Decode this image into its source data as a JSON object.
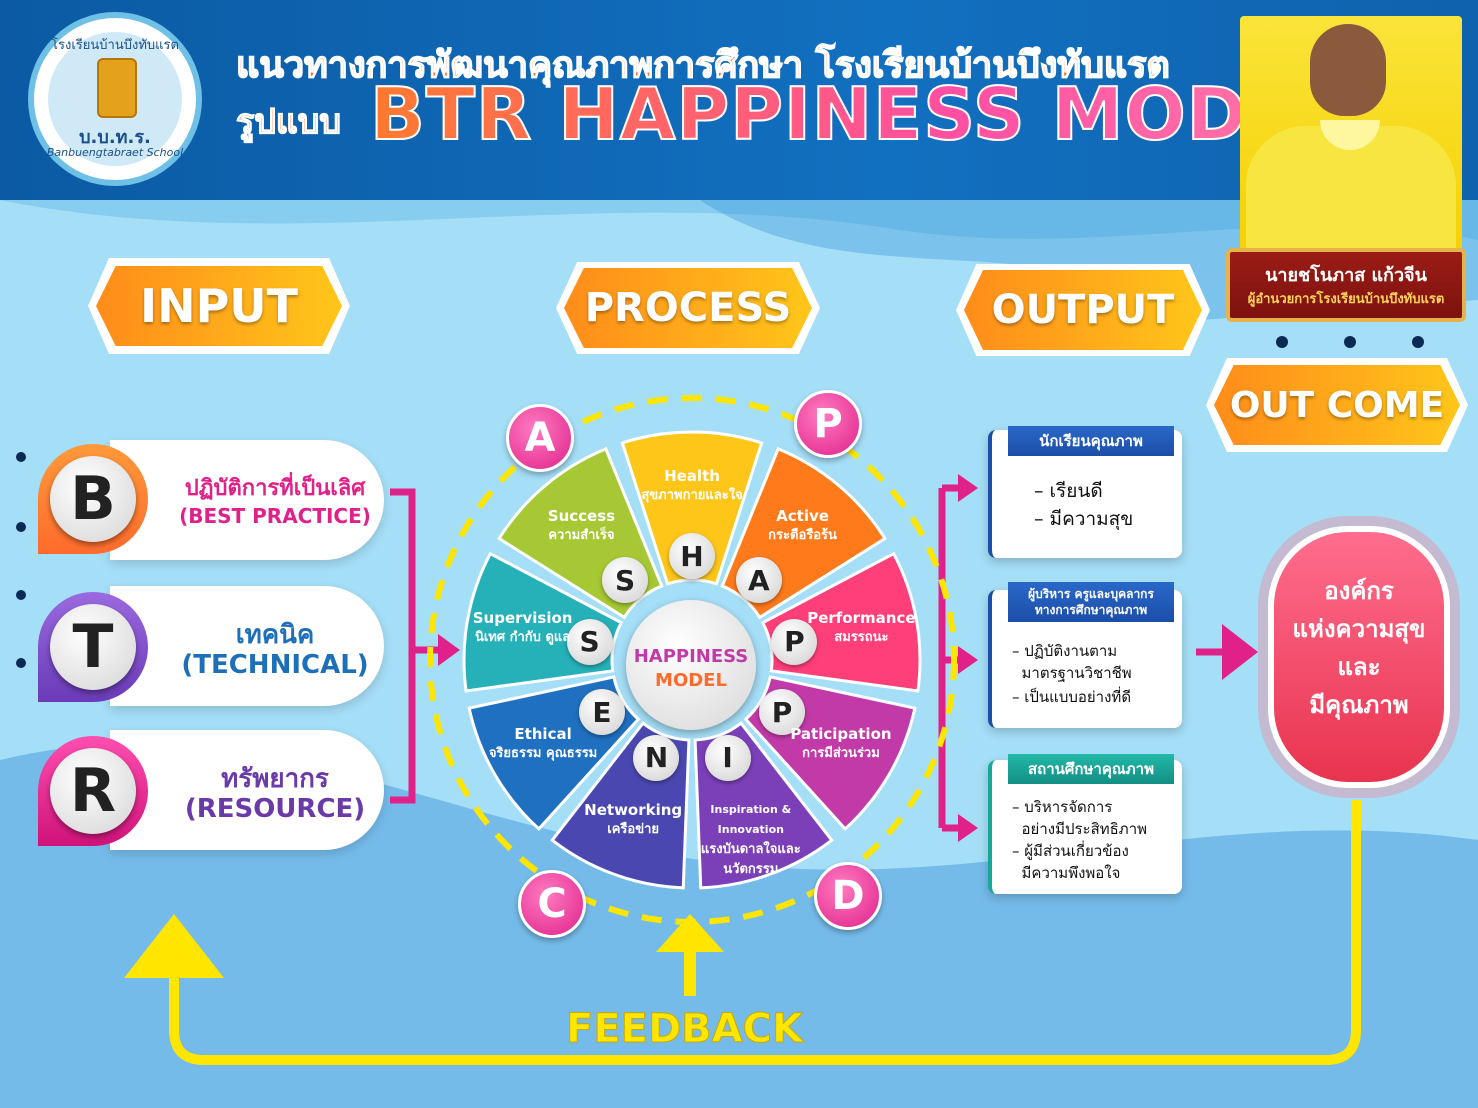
{
  "header": {
    "title_line1": "แนวทางการพัฒนาคุณภาพการศึกษา โรงเรียนบ้านบึงทับแรต",
    "title_prefix": "รูปแบบ",
    "title_model": "BTR HAPPINESS MODEL",
    "logo_top_text": "โรงเรียนบ้านบึงทับแรต",
    "logo_abbrev": "บ.บ.ท.ร.",
    "logo_bottom_text": "Banbuengtabraet School",
    "director_name": "นายชโนภาส แก้วจีน",
    "director_title": "ผู้อำนวยการโรงเรียนบ้านบึงทับแรต"
  },
  "sections": {
    "input": "INPUT",
    "process": "PROCESS",
    "output": "OUTPUT",
    "outcome": "OUT COME"
  },
  "inputs": [
    {
      "letter": "B",
      "thai": "ปฏิบัติการที่เป็นเลิศ",
      "eng": "(BEST PRACTICE)",
      "color": "#ff7a2f",
      "textColor": "#e0218a"
    },
    {
      "letter": "T",
      "thai": "เทคนิค",
      "eng": "(TECHNICAL)",
      "color": "#7b4bd0",
      "textColor": "#1d6fb8"
    },
    {
      "letter": "R",
      "thai": "ทรัพยากร",
      "eng": "(RESOURCE)",
      "color": "#e0218a",
      "textColor": "#6a3aa8"
    }
  ],
  "wheel": {
    "center_line1": "HAPPINESS",
    "center_line2": "MODEL",
    "segments": [
      {
        "letter": "H",
        "en": "Health",
        "th": "สุขภาพกายและใจ",
        "color": "#ffc61a"
      },
      {
        "letter": "A",
        "en": "Active",
        "th": "กระตือรือร้น",
        "color": "#ff7a1a"
      },
      {
        "letter": "P",
        "en": "Performance",
        "th": "สมรรถนะ",
        "color": "#ff3f7a"
      },
      {
        "letter": "P",
        "en": "Paticipation",
        "th": "การมีส่วนร่วม",
        "color": "#c13aa8"
      },
      {
        "letter": "I",
        "en": "Inspiration & Innovation",
        "th": "แรงบันดาลใจและนวัตกรรม",
        "color": "#7b3fb8"
      },
      {
        "letter": "N",
        "en": "Networking",
        "th": "เครือข่าย",
        "color": "#4a48b0"
      },
      {
        "letter": "E",
        "en": "Ethical",
        "th": "จริยธรรม คุณธรรม",
        "color": "#1f70c0"
      },
      {
        "letter": "S",
        "en": "Supervision",
        "th": "นิเทศ กำกับ ดูแล",
        "color": "#26b0b8"
      },
      {
        "letter": "S",
        "en": "Success",
        "th": "ความสำเร็จ",
        "color": "#a6c834"
      }
    ],
    "pdca": [
      "A",
      "P",
      "D",
      "C"
    ]
  },
  "outputs": [
    {
      "title": "นักเรียนคุณภาพ",
      "lines": [
        "– เรียนดี",
        "– มีความสุข"
      ]
    },
    {
      "title": "ผู้บริหาร ครูและบุคลากรทางการศึกษาคุณภาพ",
      "lines": [
        "– ปฏิบัติงานตาม",
        "  มาตรฐานวิชาชีพ",
        "– เป็นแบบอย่างที่ดี"
      ]
    },
    {
      "title": "สถานศึกษาคุณภาพ",
      "lines": [
        "– บริหารจัดการ",
        "  อย่างมีประสิทธิภาพ",
        "– ผู้มีส่วนเกี่ยวข้อง",
        "  มีความพึงพอใจ"
      ]
    }
  ],
  "outcome": {
    "lines": [
      "องค์กร",
      "แห่งความสุข",
      "และ",
      "มีคุณภาพ"
    ]
  },
  "feedback": "FEEDBACK"
}
